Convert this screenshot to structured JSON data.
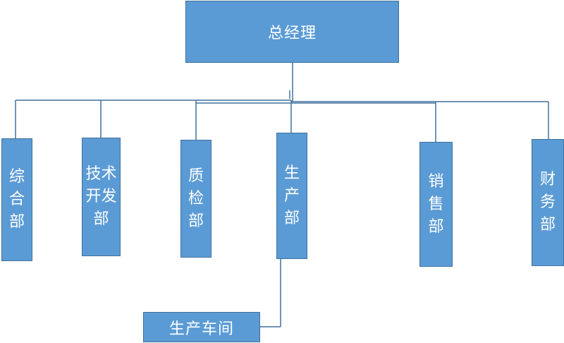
{
  "org_chart": {
    "top": {
      "label": "总经理"
    },
    "departments": [
      {
        "label": "综合部"
      },
      {
        "label": "技术开发部"
      },
      {
        "label": "质检部"
      },
      {
        "label": "生产部"
      },
      {
        "label": "销售部"
      },
      {
        "label": "财务部"
      }
    ],
    "sub_units": [
      {
        "label": "生产车间",
        "parent": "生产部"
      }
    ]
  },
  "colors": {
    "box_fill": "#5b9bd5",
    "box_border": "#41719c",
    "connector": "#41719c",
    "text": "#ffffff",
    "background": "#ffffff"
  }
}
